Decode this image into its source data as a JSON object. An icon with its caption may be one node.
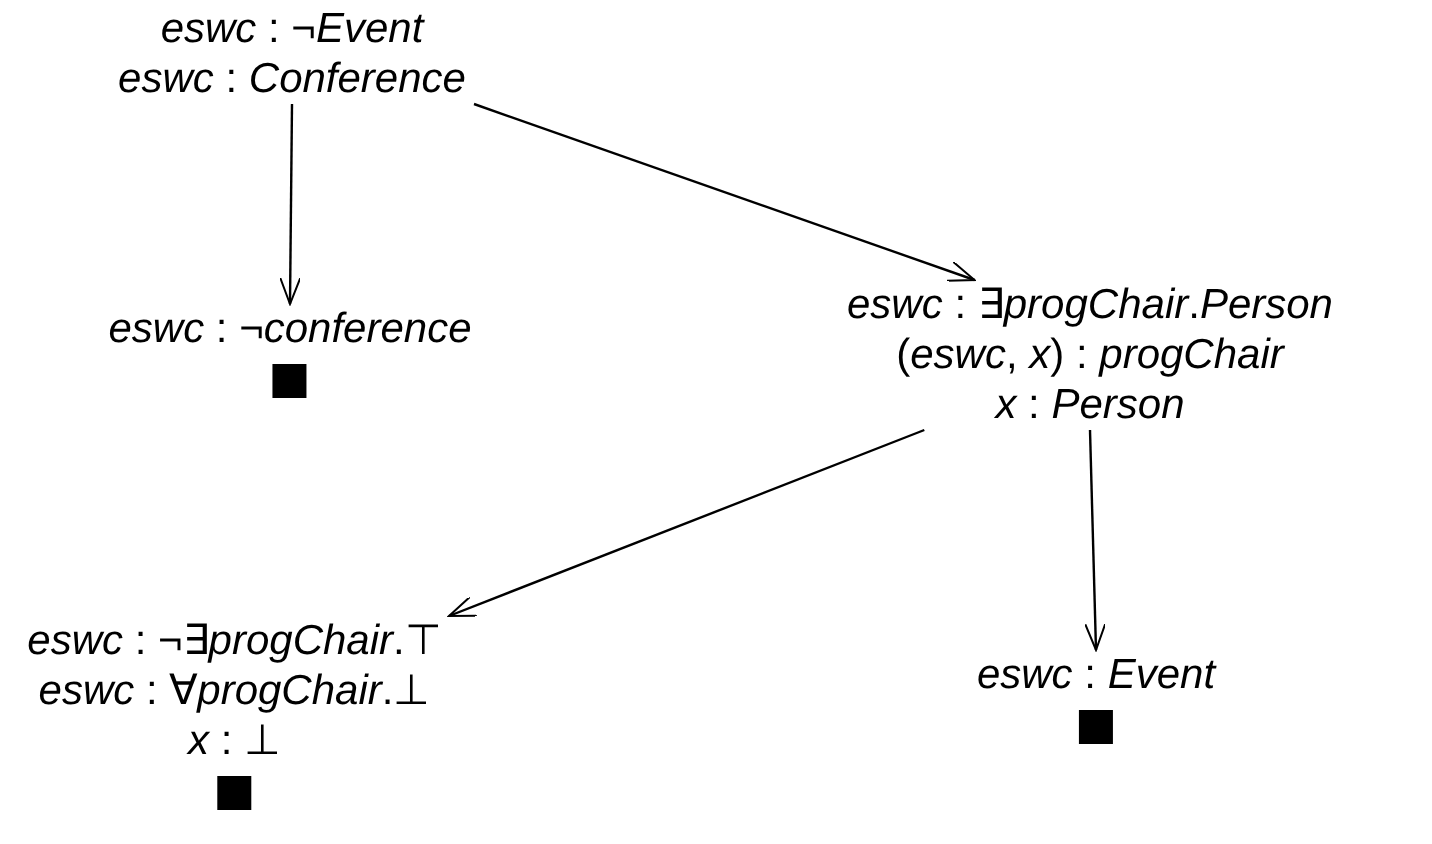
{
  "diagram": {
    "nodes": [
      {
        "text": [
          "*eswc* : ¬*Event*",
          "*eswc* : *Conference*"
        ]
      },
      {
        "text": [
          "*eswc* : ¬*conference*"
        ]
      },
      {
        "text": [
          "*eswc* : ∃*progChair*.*Person*",
          "(*eswc*, *x*) : *progChair*",
          "*x* : *Person*"
        ]
      },
      {
        "text": [
          "*eswc* : ¬∃*progChair*.⊤",
          "*eswc* : ∀*progChair*.⊥",
          "*x* : ⊥"
        ]
      },
      {
        "text": [
          "*eswc* : *Event*"
        ]
      }
    ],
    "edges": [
      {
        "from": 0,
        "to": 1,
        "arrow": "to"
      },
      {
        "from": 0,
        "to": 2,
        "arrow": "to"
      },
      {
        "from": 2,
        "to": 3,
        "arrow": "to"
      },
      {
        "from": 2,
        "to": 4,
        "arrow": "to"
      }
    ]
  }
}
